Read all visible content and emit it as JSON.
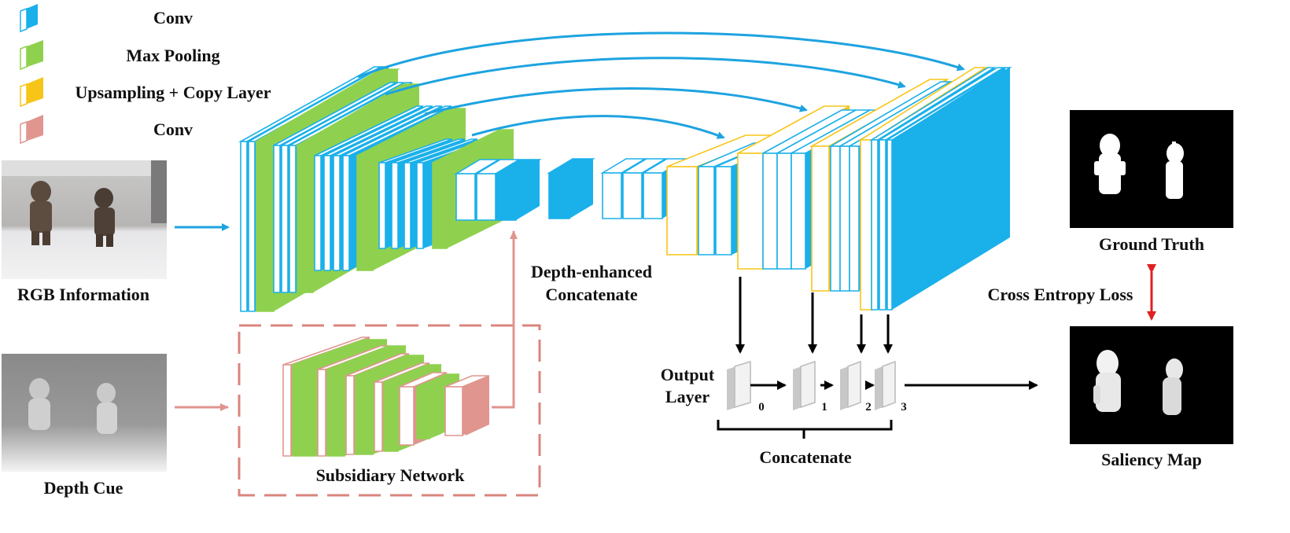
{
  "colors": {
    "conv": "#1ab0ea",
    "pool": "#8fd14f",
    "upsample": "#f7c518",
    "depth_conv": "#e0958f",
    "skip_arrow": "#1ea3e0",
    "loss_arrow": "#e02020",
    "output_gray": "#c8c8c8"
  },
  "legend": [
    {
      "icon": "conv-block-icon",
      "label": "Conv"
    },
    {
      "icon": "max-pooling-block-icon",
      "label": "Max Pooling"
    },
    {
      "icon": "upsampling-block-icon",
      "label": "Upsampling + Copy Layer"
    },
    {
      "icon": "depth-conv-block-icon",
      "label": "Conv"
    }
  ],
  "inputs": {
    "rgb_label": "RGB Information",
    "depth_label": "Depth Cue"
  },
  "labels": {
    "depth_enhanced_line1": "Depth-enhanced",
    "depth_enhanced_line2": "Concatenate",
    "subsidiary": "Subsidiary Network",
    "output_line1": "Output",
    "output_line2": "Layer",
    "concatenate": "Concatenate",
    "ground_truth": "Ground Truth",
    "saliency_map": "Saliency Map",
    "loss": "Cross Entropy Loss"
  },
  "output_layers": [
    "0",
    "1",
    "2",
    "3"
  ]
}
